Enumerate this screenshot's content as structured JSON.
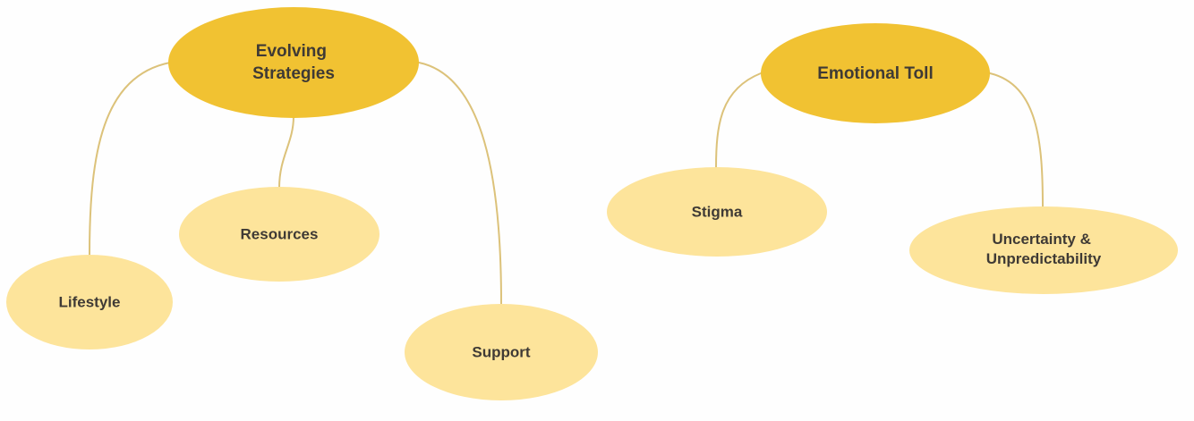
{
  "colors": {
    "parent_fill": "#f1c232",
    "child_fill": "#fde49b",
    "connector": "#dcc27a",
    "label_text": "#3f3a35",
    "background": "#fefefe"
  },
  "groups": [
    {
      "parent": {
        "label_lines": [
          "Evolving",
          "Strategies"
        ]
      },
      "children": [
        {
          "label_lines": [
            "Lifestyle"
          ]
        },
        {
          "label_lines": [
            "Resources"
          ]
        },
        {
          "label_lines": [
            "Support"
          ]
        }
      ]
    },
    {
      "parent": {
        "label_lines": [
          "Emotional Toll"
        ]
      },
      "children": [
        {
          "label_lines": [
            "Stigma"
          ]
        },
        {
          "label_lines": [
            "Uncertainty &",
            "Unpredictability"
          ]
        }
      ]
    }
  ]
}
